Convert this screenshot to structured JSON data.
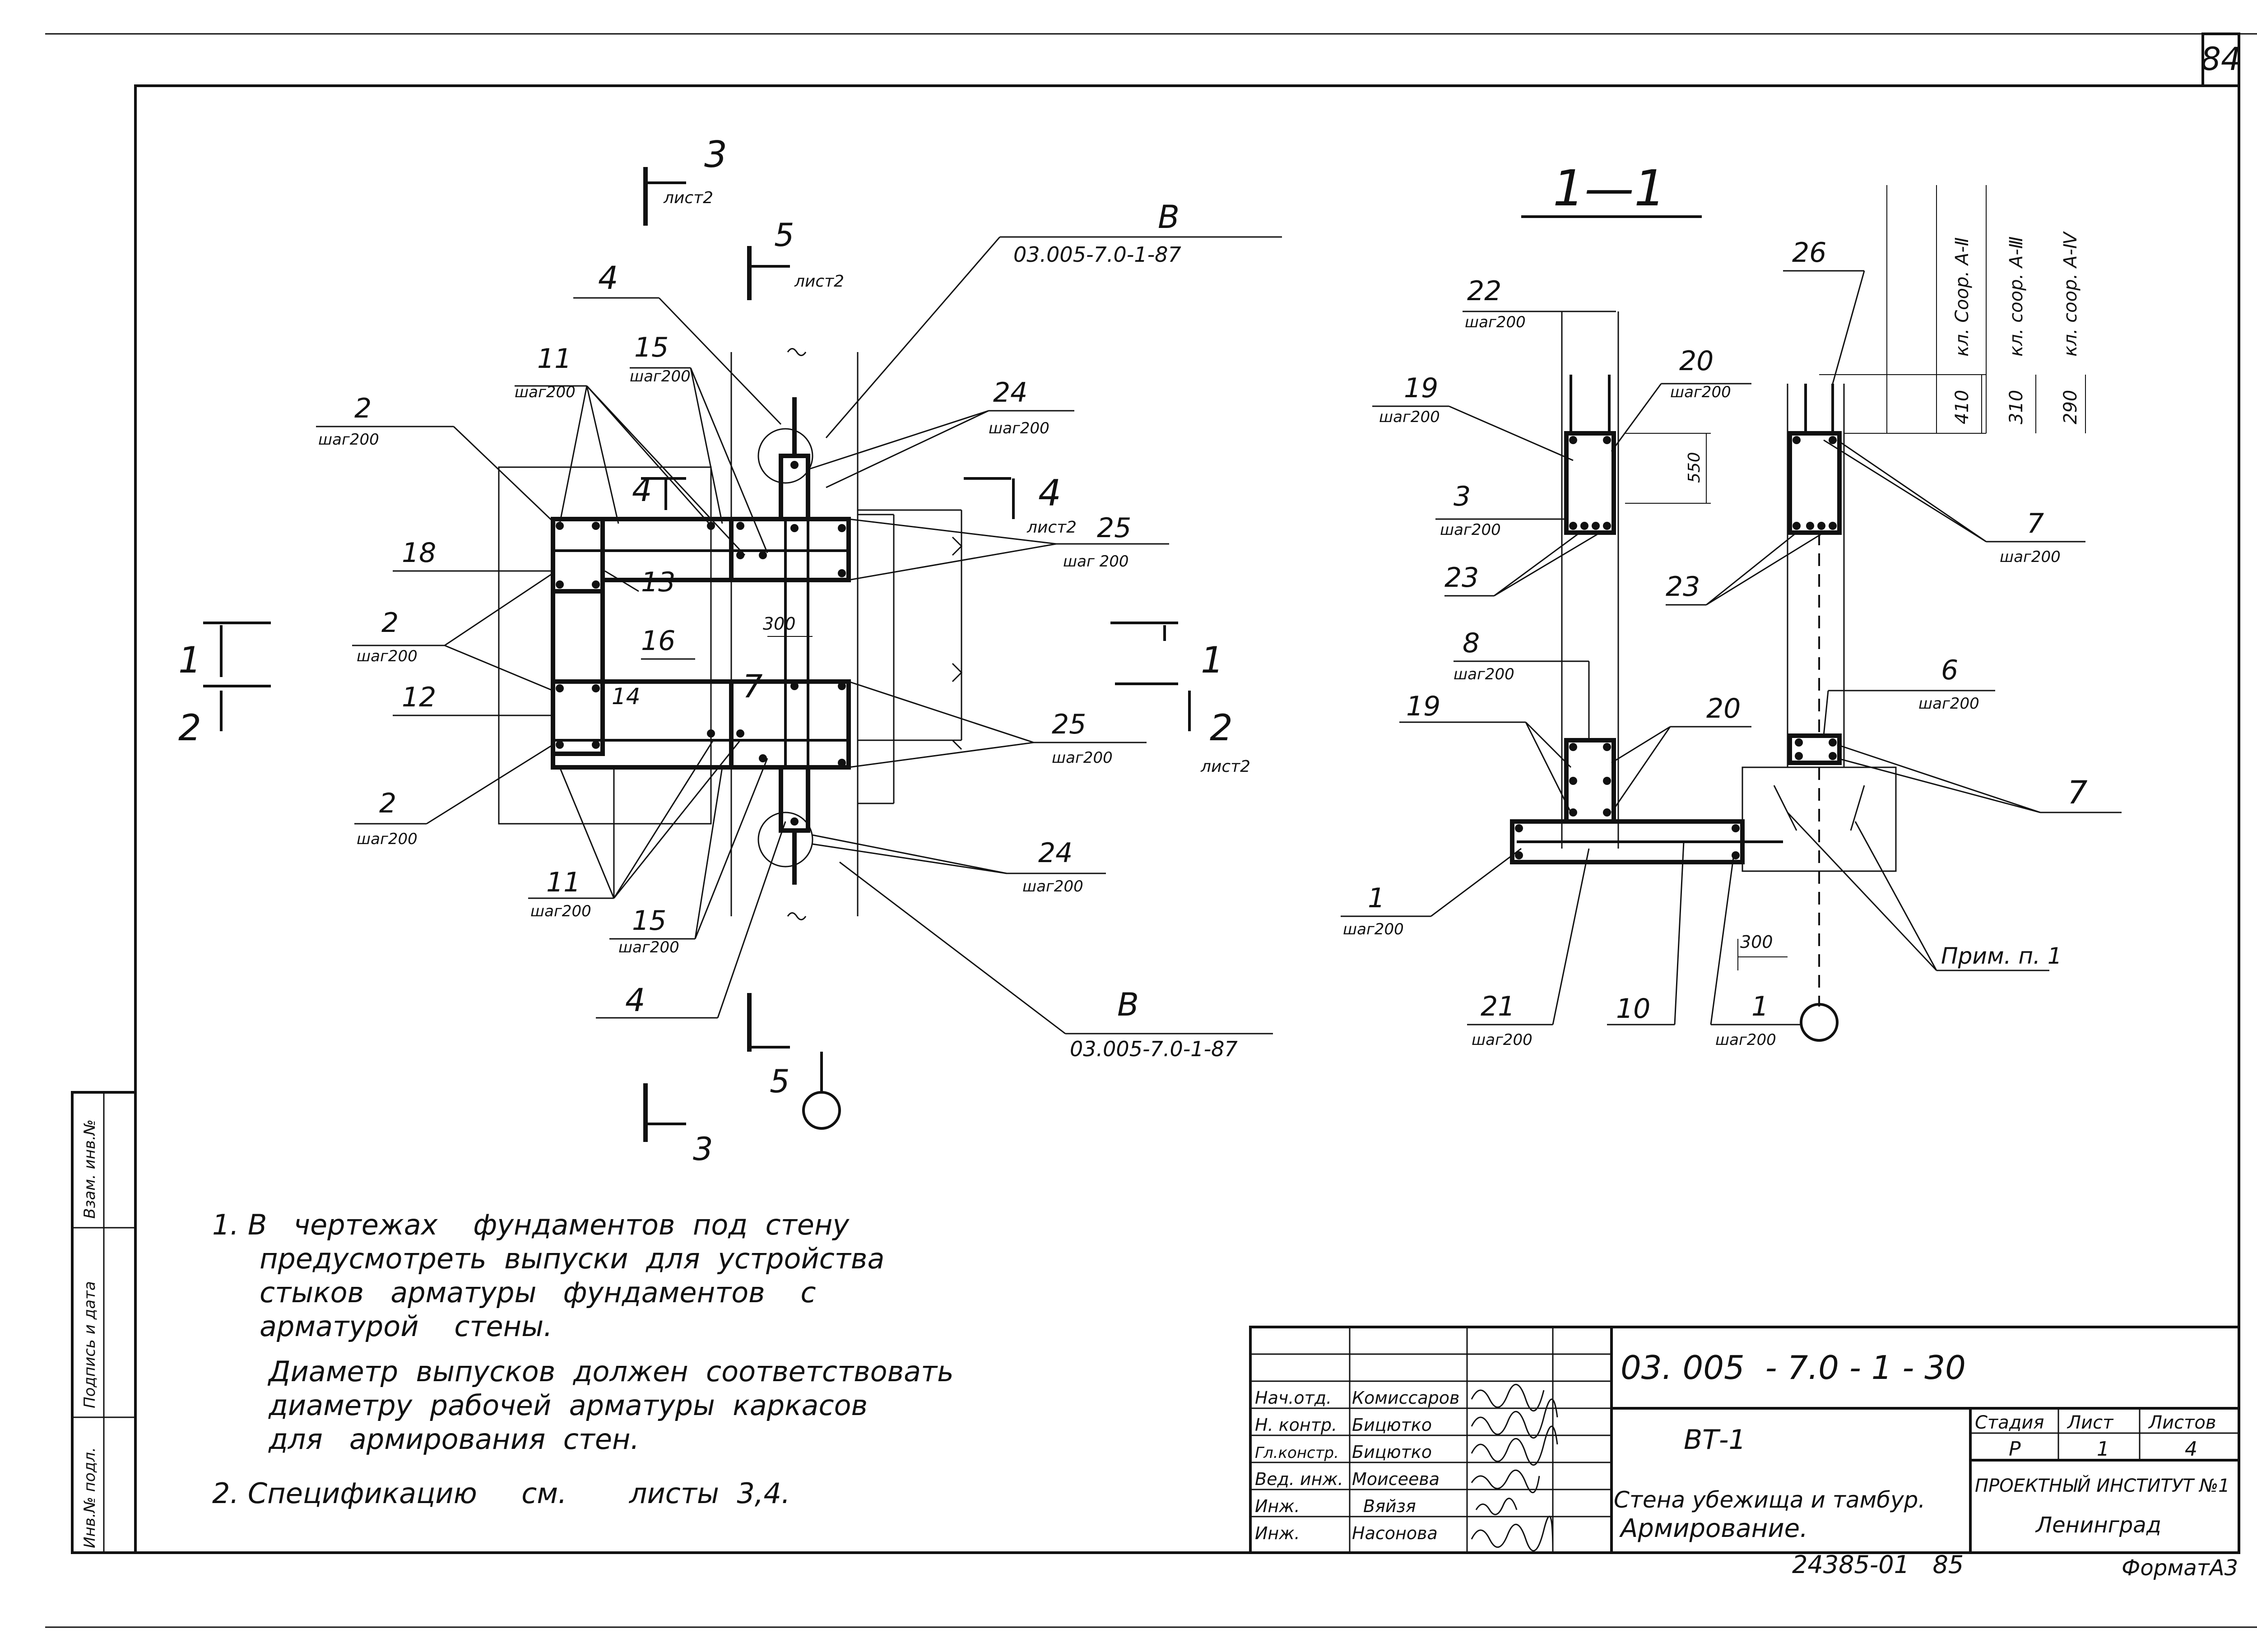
{
  "sheet_number": "84",
  "plan": {
    "section_3_label": "3",
    "section_3_sheet": "лист2",
    "section_5_label": "5",
    "section_5_sheet": "лист2",
    "section_4_label": "4",
    "section_4_sheet": "лист2",
    "section_1_label": "1",
    "section_2_label": "2",
    "section_2_sheet": "лист2",
    "node_B_label": "В",
    "node_B_ref": "03.005-7.0-1-87",
    "pitch": "шаг200",
    "pitch_alt": "шаг 200",
    "dim_300": "300",
    "marks": {
      "m2": "2",
      "m4": "4",
      "m7": "7",
      "m11": "11",
      "m12": "12",
      "m13": "13",
      "m14": "14",
      "m15": "15",
      "m16": "16",
      "m18": "18",
      "m24": "24",
      "m25": "25"
    }
  },
  "section11": {
    "title": "1—1",
    "m22": "22",
    "m19": "19",
    "m20": "20",
    "m3": "3",
    "m23": "23",
    "m8": "8",
    "m1": "1",
    "m21": "21",
    "m10": "10",
    "m26": "26",
    "m7": "7",
    "m6": "6",
    "dim_550": "550",
    "dim_300": "300",
    "dim_410": "410",
    "dim_310": "310",
    "dim_290": "290",
    "class_a2": "кл. Coop. А-Ⅱ",
    "class_a3": "кл. coop. А-Ⅲ",
    "class_a4": "кл. coop. А-Ⅳ",
    "note_ref": "Прим. п. 1",
    "pitch": "шаг200",
    "pitch_alt": "шаг 200"
  },
  "notes": {
    "n1_l1": "1. В   чертежах    фундаментов  под  стену",
    "n1_l2": "предусмотреть  выпуски  для  устройства",
    "n1_l3": "стыков   арматуры   фундаментов    с",
    "n1_l4": "арматурой    стены.",
    "n1_l5": "Диаметр  выпусков  должен  соответствовать",
    "n1_l6": "диаметру  рабочей  арматуры  каркасов",
    "n1_l7": "для   армирования  стен.",
    "n2": "2. Спецификацию     см.       листы  3,4."
  },
  "side_stamp": {
    "c1": "Взам. инв.№",
    "c2": "Подпись и дата",
    "c3": "Инв.№ подл."
  },
  "title_block": {
    "code": "03. 005  - 7.0 - 1 - 30",
    "series": "ВТ-1",
    "name_l1": "Стена убежища и тамбур.",
    "name_l2": "Армирование.",
    "stage_h": "Стадия",
    "sheet_h": "Лист",
    "sheets_h": "Листов",
    "stage": "Р",
    "sheet": "1",
    "sheets": "4",
    "org_l1": "ПРОЕКТНЫЙ  ИНСТИТУТ №1",
    "org_l2": "Ленинград",
    "roles": [
      "Нач.отд.",
      "Н. контр.",
      "Гл.констр.",
      "Вед. инж.",
      "Инж.",
      "Инж."
    ],
    "names": [
      "Комиссаров",
      "Бицютко",
      "Бицютко",
      "Моисеева",
      "Вяйзя",
      "Насонова"
    ],
    "inventory": "24385-01   85",
    "format": "ФорматА3"
  }
}
